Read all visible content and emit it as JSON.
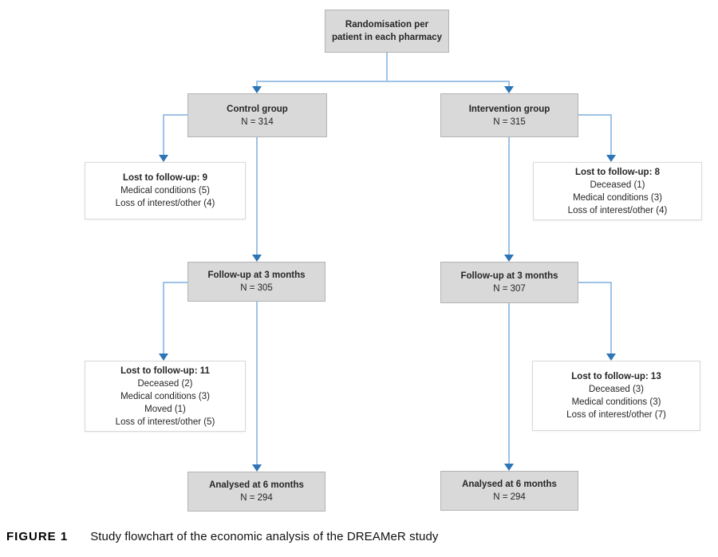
{
  "figure": {
    "caption_label": "FIGURE 1",
    "caption_text": "Study flowchart of the economic analysis of the DREAMeR study"
  },
  "flowchart": {
    "randomisation": {
      "title": "Randomisation per patient in each pharmacy"
    },
    "control": {
      "group": {
        "title": "Control group",
        "n": "N = 314"
      },
      "lost1": {
        "title": "Lost to follow-up: 9",
        "lines": [
          "Medical conditions (5)",
          "Loss of interest/other (4)"
        ]
      },
      "followup": {
        "title": "Follow-up at 3 months",
        "n": "N = 305"
      },
      "lost2": {
        "title": "Lost to follow-up: 11",
        "lines": [
          "Deceased (2)",
          "Medical conditions (3)",
          "Moved (1)",
          "Loss of interest/other (5)"
        ]
      },
      "analysed": {
        "title": "Analysed at 6 months",
        "n": "N = 294"
      }
    },
    "intervention": {
      "group": {
        "title": "Intervention group",
        "n": "N = 315"
      },
      "lost1": {
        "title": "Lost to follow-up: 8",
        "lines": [
          "Deceased (1)",
          "Medical conditions (3)",
          "Loss of interest/other (4)"
        ]
      },
      "followup": {
        "title": "Follow-up at 3 months",
        "n": "N = 307"
      },
      "lost2": {
        "title": "Lost to follow-up: 13",
        "lines": [
          "Deceased (3)",
          "Medical conditions (3)",
          "Loss of interest/other (7)"
        ]
      },
      "analysed": {
        "title": "Analysed at 6 months",
        "n": "N = 294"
      }
    },
    "colors": {
      "box_fill": "#d9d9d9",
      "box_border": "#b3b3b3",
      "line": "#9dc3e6",
      "arrow": "#2e75b6"
    }
  }
}
